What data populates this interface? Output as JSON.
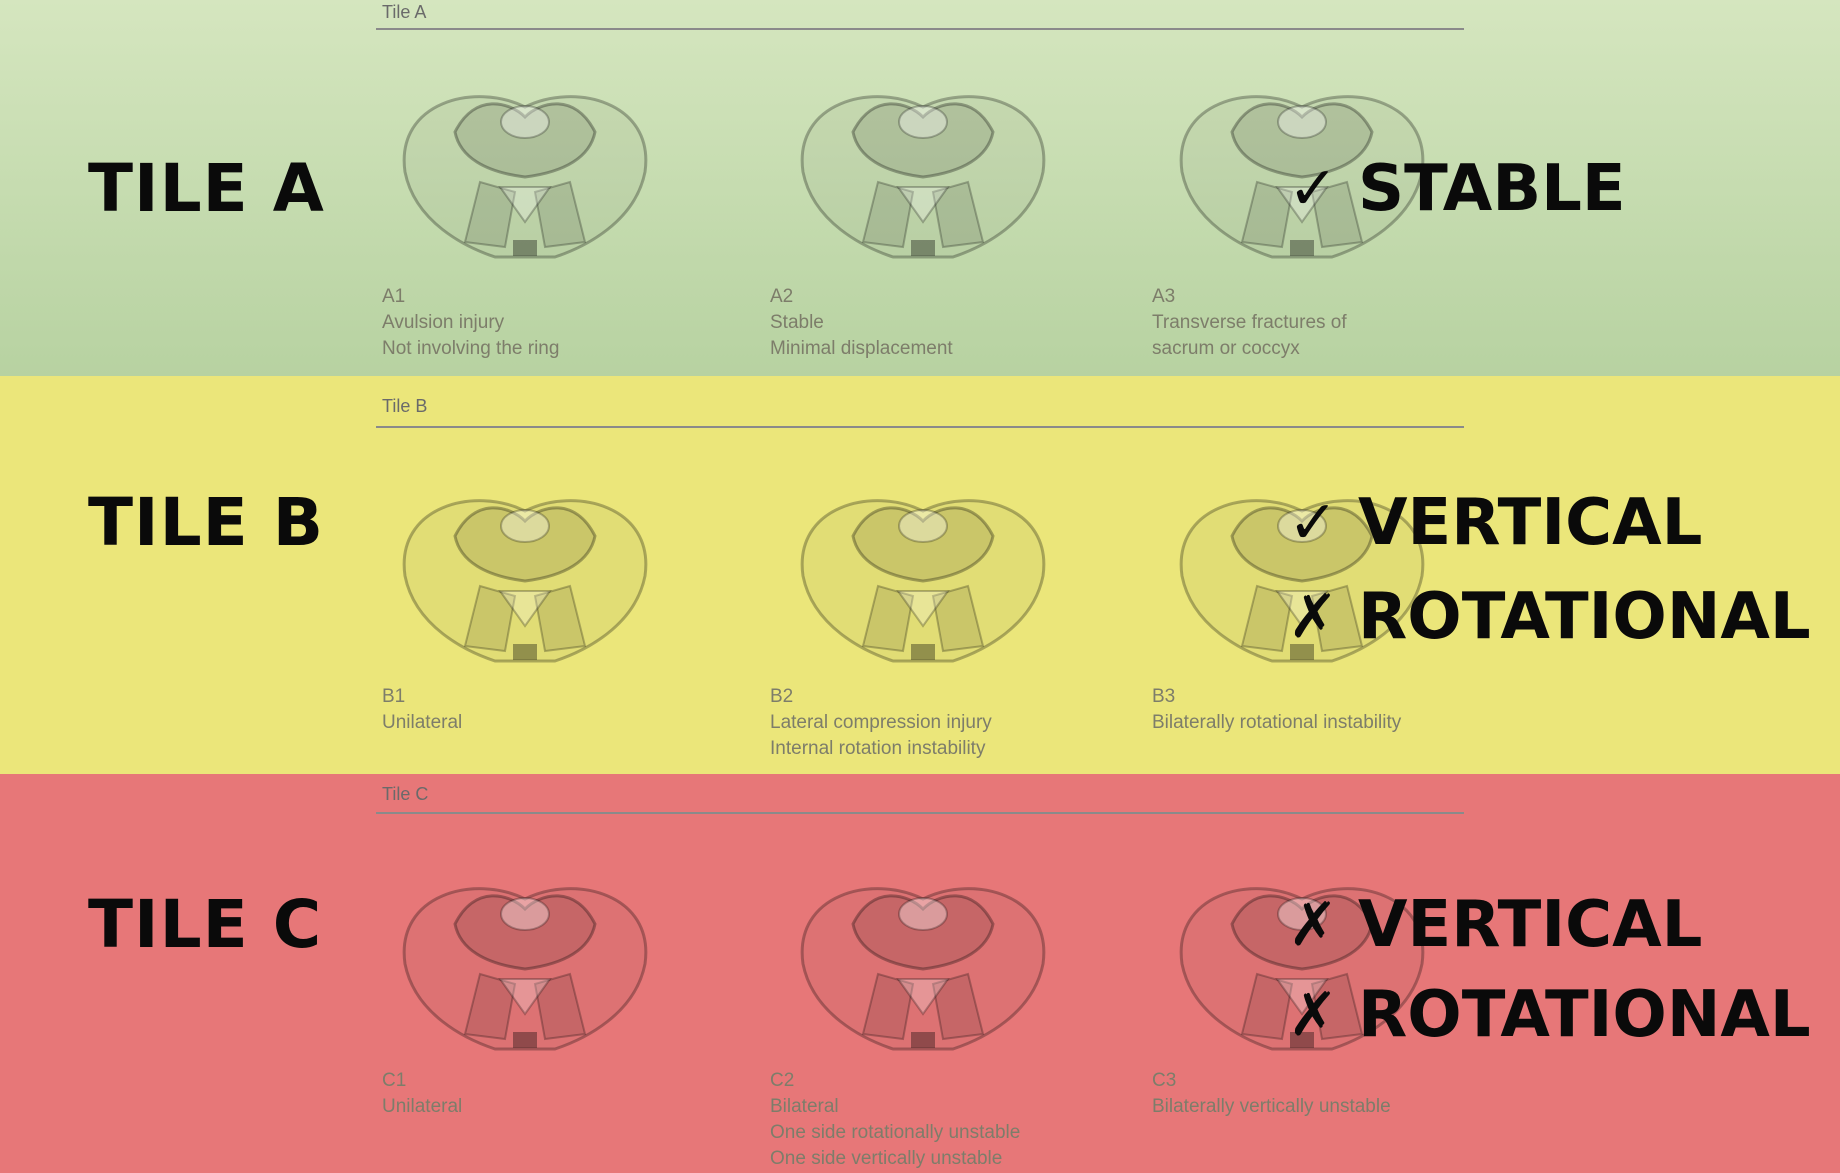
{
  "tiles": [
    {
      "label": "TILE A",
      "caption": "Tile A",
      "verdicts": [
        {
          "mark": "✓",
          "text": "STABLE"
        }
      ],
      "subtypes": [
        {
          "code": "A1",
          "line1": "Avulsion injury",
          "line2": "Not involving the ring",
          "line3": ""
        },
        {
          "code": "A2",
          "line1": "Stable",
          "line2": "Minimal displacement",
          "line3": ""
        },
        {
          "code": "A3",
          "line1": "Transverse fractures of",
          "line2": "sacrum or coccyx",
          "line3": ""
        }
      ]
    },
    {
      "label": "TILE B",
      "caption": "Tile B",
      "verdicts": [
        {
          "mark": "✓",
          "text": "VERTICAL"
        },
        {
          "mark": "✗",
          "text": "ROTATIONAL"
        }
      ],
      "subtypes": [
        {
          "code": "B1",
          "line1": "Unilateral",
          "line2": "",
          "line3": ""
        },
        {
          "code": "B2",
          "line1": "Lateral compression injury",
          "line2": "Internal rotation instability",
          "line3": ""
        },
        {
          "code": "B3",
          "line1": "Bilaterally rotational instability",
          "line2": "",
          "line3": ""
        }
      ]
    },
    {
      "label": "TILE C",
      "caption": "Tile C",
      "verdicts": [
        {
          "mark": "✗",
          "text": "VERTICAL"
        },
        {
          "mark": "✗",
          "text": "ROTATIONAL"
        }
      ],
      "subtypes": [
        {
          "code": "C1",
          "line1": "Unilateral",
          "line2": "",
          "line3": ""
        },
        {
          "code": "C2",
          "line1": "Bilateral",
          "line2": "One side rotationally unstable",
          "line3": "One side vertically unstable"
        },
        {
          "code": "C3",
          "line1": "Bilaterally vertically unstable",
          "line2": "",
          "line3": ""
        }
      ]
    }
  ],
  "colors": {
    "tile_a": "#c9deb0",
    "tile_b": "#ebe67a",
    "tile_c": "#e77778"
  }
}
